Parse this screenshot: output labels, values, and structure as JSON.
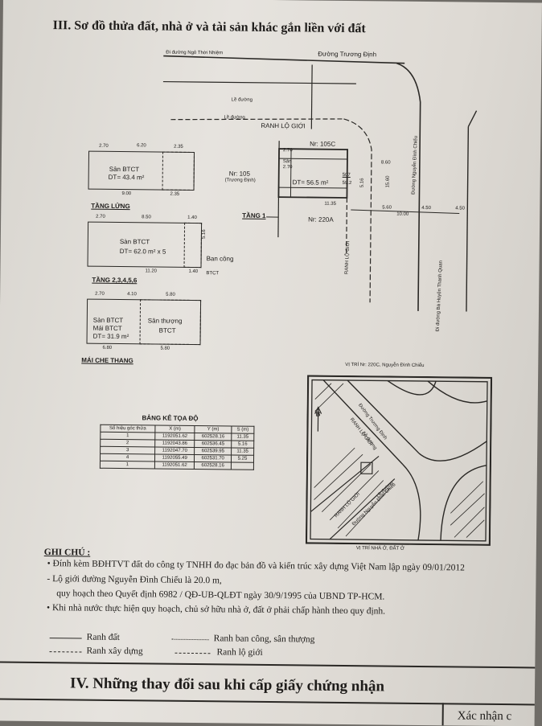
{
  "section3_title": "III. Sơ đồ thửa đất, nhà ở và tài sản khác gắn liền với đất",
  "map": {
    "street_top": "Đường Trương Định",
    "street_top_left": "Đi đường Ngô Thời Nhiệm",
    "le_duong": "Lề đường",
    "ranh_lo_gioi": "RANH LỘ GIỚI",
    "ranh_lo_gioi_vertical": "RANH LỘ GIỚI",
    "street_right": "Đường Nguyễn Đình Chiểu",
    "street_right2": "Đi đường Bà Huyện Thanh Quan",
    "parcel_105": "Nr: 105",
    "parcel_105_sub": "(Trương Định)",
    "parcel_105c": "Nr: 105C",
    "parcel_220a": "Nr: 220A",
    "san": "Sân",
    "dt_main": "DT= 56.5 m²",
    "lot_num": "507",
    "lot_area": "59.2",
    "tang1": "TẦNG 1",
    "dims": {
      "d1": "2.70",
      "d2": "8.60",
      "d3": "11.35",
      "d4": "5.60",
      "d5": "10.00",
      "d6": "4.50",
      "d7": "4.50",
      "d8": "15.60",
      "d9": "5.16",
      "d10": "2.70"
    }
  },
  "floor_lung": {
    "label": "TẦNG LỬNG",
    "san": "Sân BTCT",
    "dt": "DT= 43.4 m²",
    "dims": {
      "a": "2.70",
      "b": "6.20",
      "c": "2.35",
      "d": "9.00",
      "e": "2.35"
    }
  },
  "floor_2_6": {
    "label": "TẦNG 2,3,4,5,6",
    "san": "Sàn BTCT",
    "dt": "DT= 62.0 m² x 5",
    "ban_cong": "Ban công",
    "btct": "BTCT",
    "dims": {
      "a": "2.70",
      "b": "8.50",
      "c": "1.40",
      "d": "11.20",
      "e": "1.40",
      "f": "5.16"
    }
  },
  "roof": {
    "label": "MÁI CHE THANG",
    "san": "Sàn BTCT",
    "mai": "Mái BTCT",
    "dt": "DT= 31.9 m²",
    "san_thuong": "Sân thượng",
    "btct": "BTCT",
    "dims": {
      "a": "2.70",
      "b": "4.10",
      "c": "5.80",
      "d": "6.80",
      "e": "5.80"
    }
  },
  "location": {
    "header": "VỊ TRÍ Nr: 220C, Nguyễn Đình Chiểu",
    "caption": "VỊ TRÍ NHÀ Ở, ĐẤT Ở",
    "north": "B",
    "roads": [
      "Đường Trương Định",
      "Đường Nguyễn Đình Chiểu",
      "RANH LỘ GIỚI",
      "RANH LỘ GIỚI",
      "Lề đường",
      "Lề đường"
    ]
  },
  "coord_table": {
    "title": "BẢNG KÊ TỌA ĐỘ",
    "headers": [
      "Số hiệu góc thửa",
      "X (m)",
      "Y (m)",
      "S (m)"
    ],
    "rows": [
      [
        "1",
        "1192051.62",
        "602528.16",
        "11.35"
      ],
      [
        "2",
        "1192043.86",
        "602536.45",
        "5.16"
      ],
      [
        "3",
        "1192047.70",
        "602539.95",
        "11.35"
      ],
      [
        "4",
        "1192055.49",
        "602531.70",
        "5.25"
      ],
      [
        "1",
        "1192051.62",
        "602528.16",
        ""
      ]
    ]
  },
  "notes": {
    "title": "GHI CHÚ :",
    "items": [
      "Đính kèm BĐHTVT đất do công ty TNHH đo đạc bản đồ và kiến trúc xây dựng Việt Nam lập ngày 09/01/2012",
      "Lộ giới đường Nguyễn Đình Chiểu là 20.0 m,",
      "quy hoạch theo Quyết định 6982 / QĐ-UB-QLĐT ngày 30/9/1995 của UBND TP-HCM.",
      "Khi nhà nước thực hiện quy hoạch, chủ sở hữu nhà ở, đất ở phải chấp hành theo quy định."
    ],
    "legend": [
      "Ranh đất",
      "Ranh ban công, sân thượng",
      "Ranh xây dựng",
      "Ranh lộ giới"
    ]
  },
  "section4_title": "IV. Những thay đổi sau khi cấp giấy chứng nhận",
  "corner_text": "Xác nhận c"
}
